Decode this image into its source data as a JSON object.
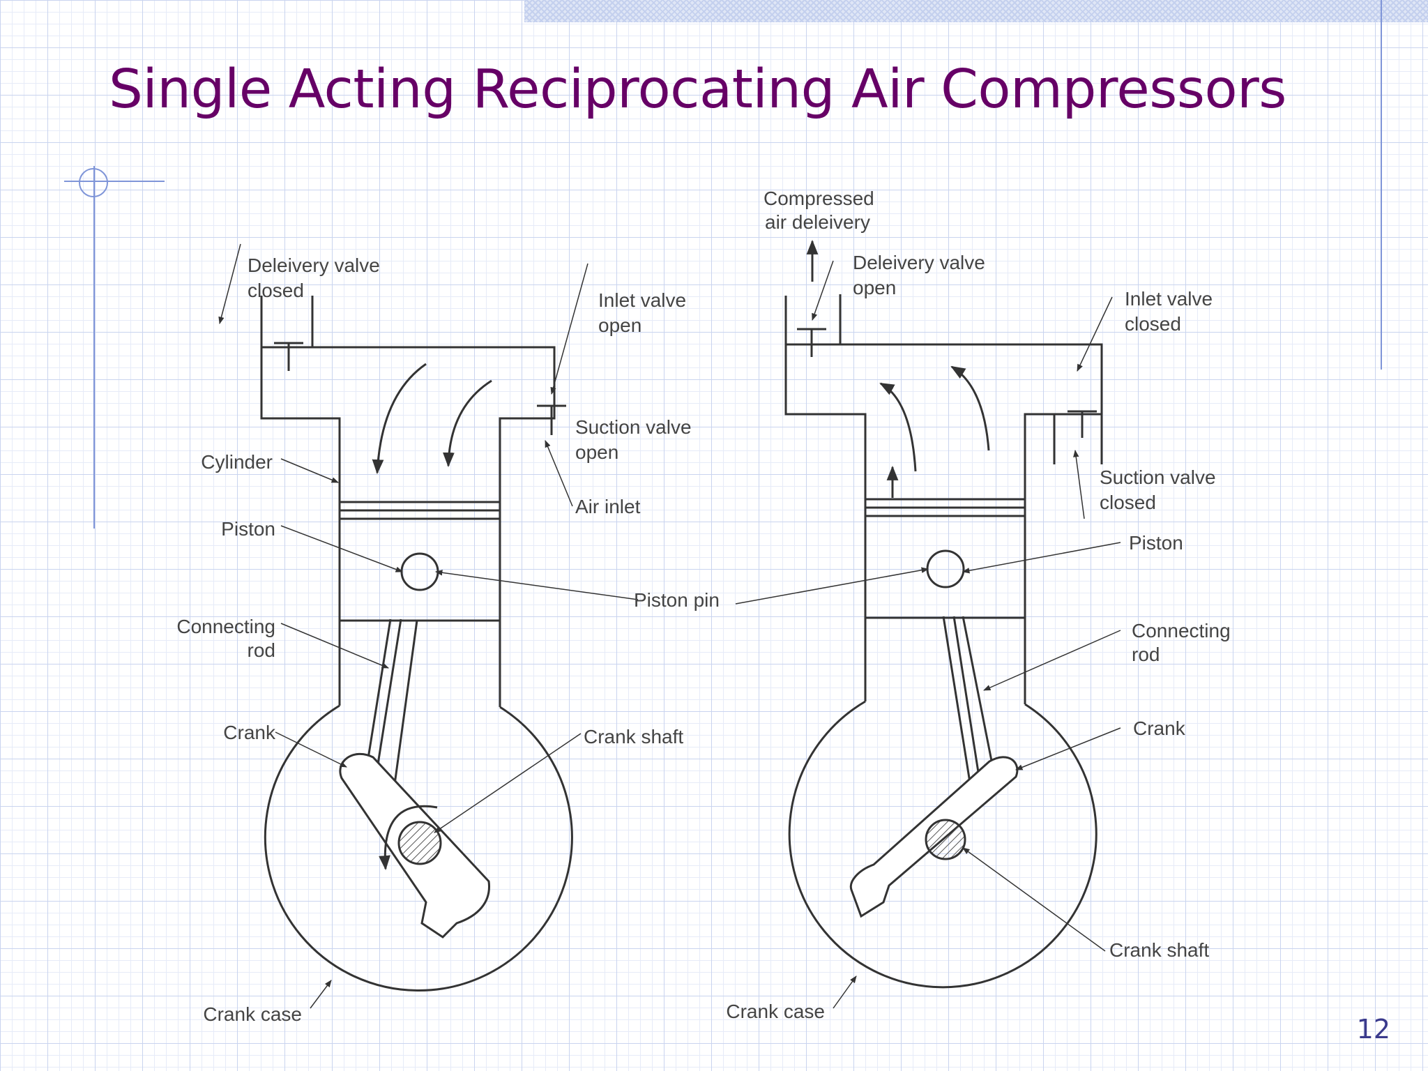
{
  "slide": {
    "title": "Single Acting Reciprocating Air Compressors",
    "page_number": "12"
  },
  "left_diagram": {
    "delivery_valve": [
      "Deleivery valve",
      "closed"
    ],
    "inlet_valve": [
      "Inlet valve",
      "open"
    ],
    "suction_valve": [
      "Suction valve",
      "open"
    ],
    "air_inlet": "Air inlet",
    "cylinder": "Cylinder",
    "piston": "Piston",
    "connecting_rod": [
      "Connecting",
      "rod"
    ],
    "crank": "Crank",
    "crank_shaft": "Crank shaft",
    "crank_case": "Crank case"
  },
  "shared": {
    "piston_pin": "Piston pin"
  },
  "right_diagram": {
    "compressed_air": [
      "Compressed",
      "air deleivery"
    ],
    "delivery_valve": [
      "Deleivery valve",
      "open"
    ],
    "inlet_valve": [
      "Inlet valve",
      "closed"
    ],
    "suction_valve": [
      "Suction valve",
      "closed"
    ],
    "piston": "Piston",
    "connecting_rod": [
      "Connecting",
      "rod"
    ],
    "crank": "Crank",
    "crank_shaft": "Crank shaft",
    "crank_case": "Crank case"
  },
  "colors": {
    "title": "#660066",
    "page_number": "#3a3a8c",
    "grid_line": "#c9d4ef",
    "accent_line": "#7f95d8",
    "drawing_stroke": "#333333",
    "label_text": "#444444"
  }
}
